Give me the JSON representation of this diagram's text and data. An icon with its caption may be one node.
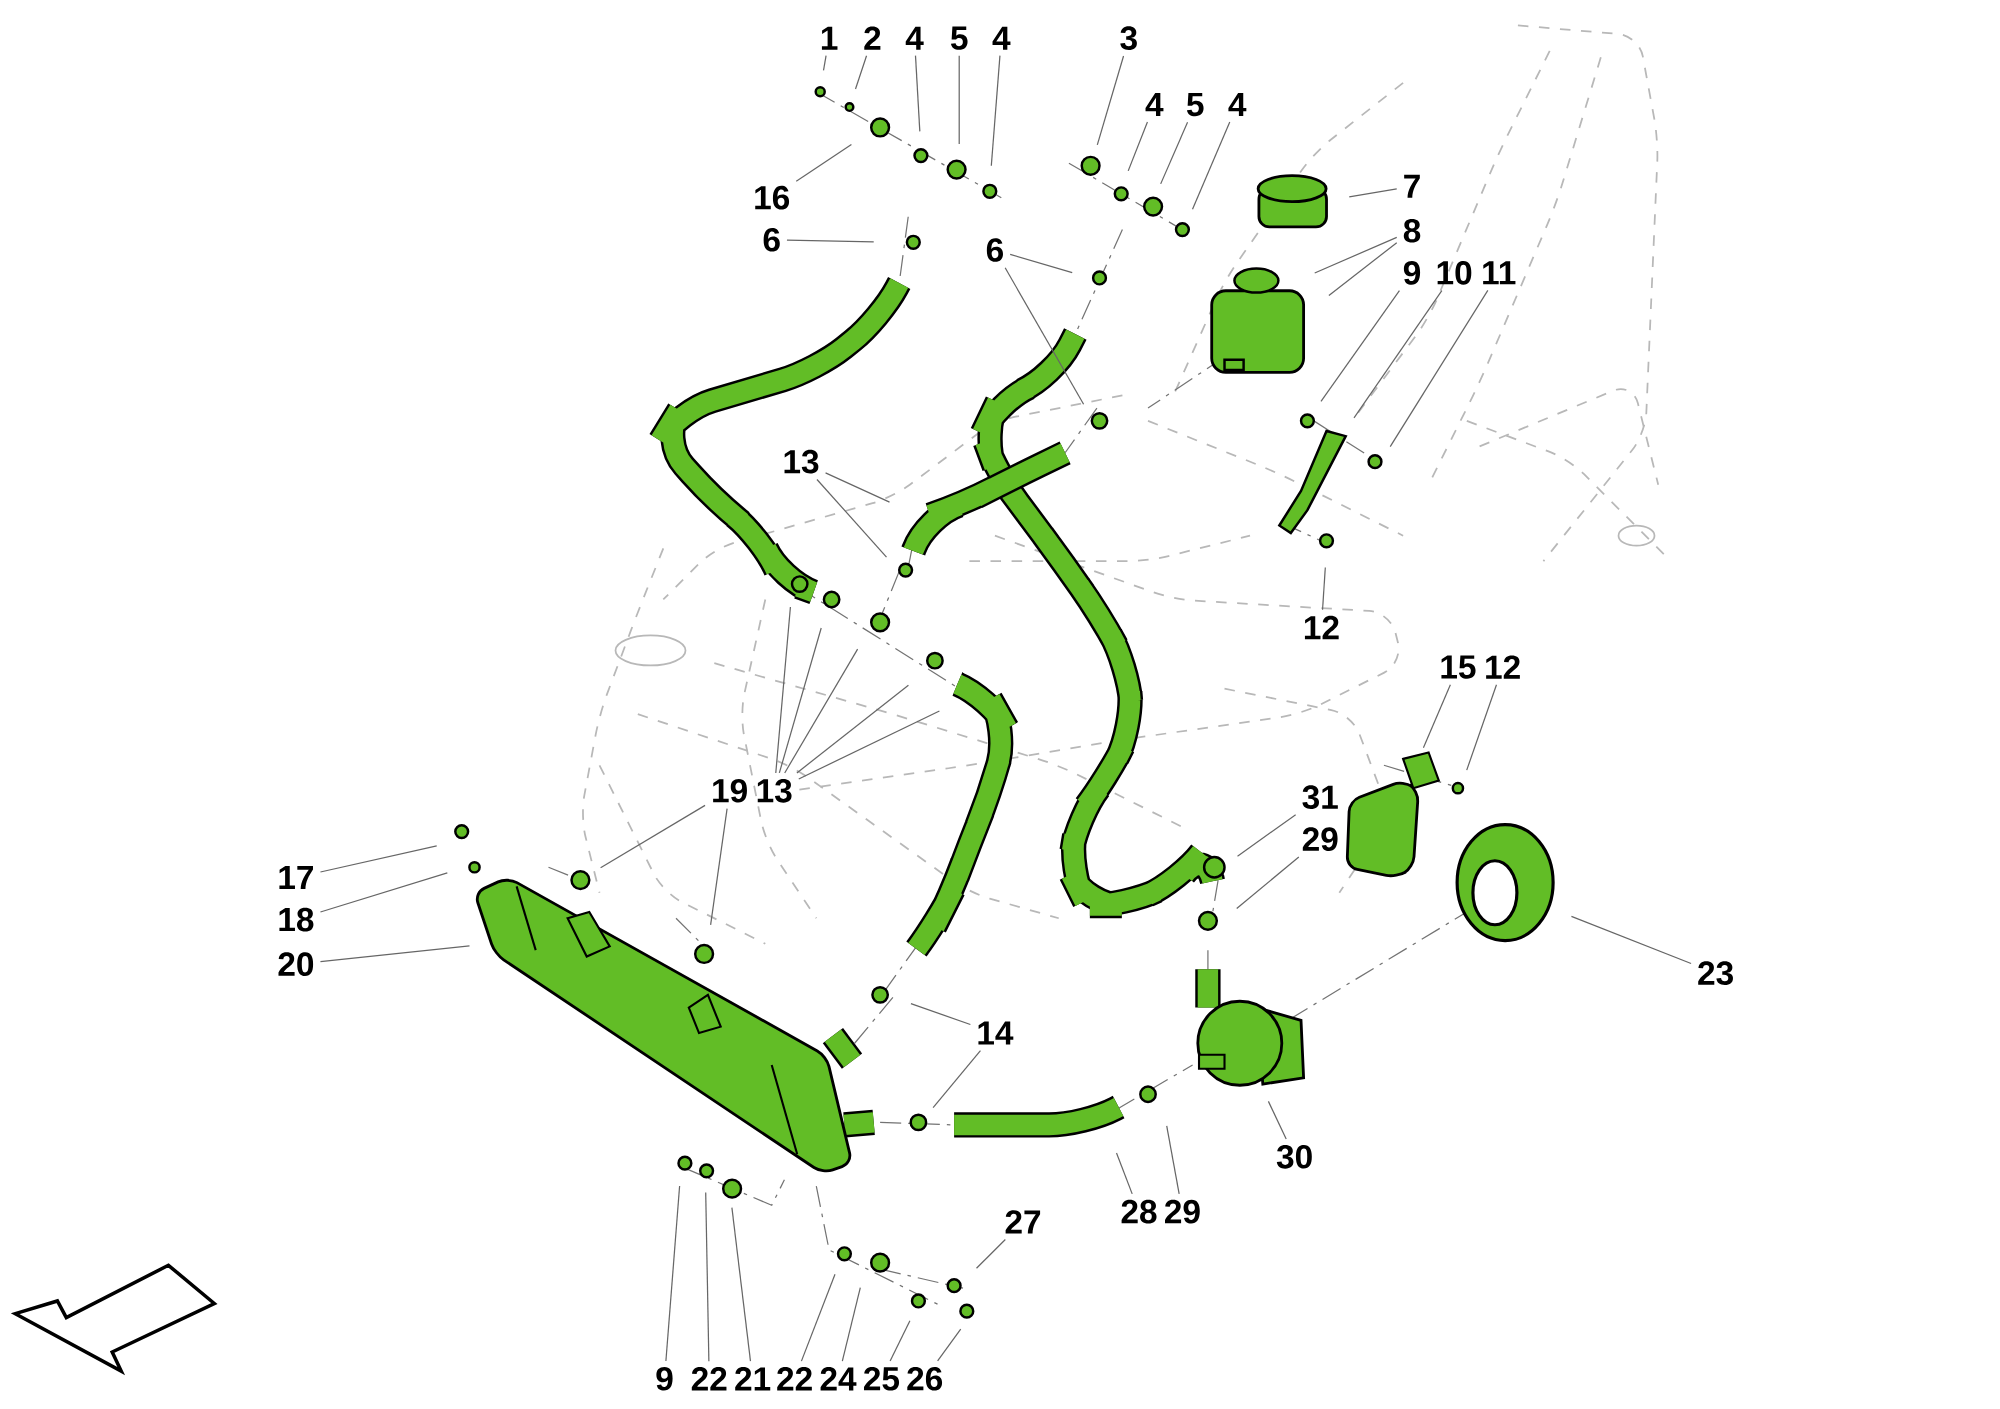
{
  "diagram": {
    "nodes": [
      {
        "text": [
          "1"
        ]
      },
      {
        "text": [
          "2"
        ]
      },
      {
        "text": [
          "4"
        ]
      },
      {
        "text": [
          "5"
        ]
      },
      {
        "text": [
          "4"
        ]
      },
      {
        "text": [
          "3"
        ]
      },
      {
        "text": [
          "4"
        ]
      },
      {
        "text": [
          "5"
        ]
      },
      {
        "text": [
          "4"
        ]
      },
      {
        "text": [
          "7"
        ]
      },
      {
        "text": [
          "16"
        ]
      },
      {
        "text": [
          "6"
        ]
      },
      {
        "text": [
          "8"
        ]
      },
      {
        "text": [
          "6"
        ]
      },
      {
        "text": [
          "9"
        ]
      },
      {
        "text": [
          "10"
        ]
      },
      {
        "text": [
          "11"
        ]
      },
      {
        "text": [
          "13"
        ]
      },
      {
        "text": [
          "12"
        ]
      },
      {
        "text": [
          "15"
        ]
      },
      {
        "text": [
          "12"
        ]
      },
      {
        "text": [
          "19"
        ]
      },
      {
        "text": [
          "13"
        ]
      },
      {
        "text": [
          "31"
        ]
      },
      {
        "text": [
          "29"
        ]
      },
      {
        "text": [
          "17"
        ]
      },
      {
        "text": [
          "18"
        ]
      },
      {
        "text": [
          "20"
        ]
      },
      {
        "text": [
          "23"
        ]
      },
      {
        "text": [
          "14"
        ]
      },
      {
        "text": [
          "30"
        ]
      },
      {
        "text": [
          "28"
        ]
      },
      {
        "text": [
          "29"
        ]
      },
      {
        "text": [
          "27"
        ]
      },
      {
        "text": [
          "9"
        ]
      },
      {
        "text": [
          "22"
        ]
      },
      {
        "text": [
          "21"
        ]
      },
      {
        "text": [
          "22"
        ]
      },
      {
        "text": [
          "24"
        ]
      },
      {
        "text": [
          "25"
        ]
      },
      {
        "text": [
          "26"
        ]
      }
    ],
    "edges": [
      {
        "from": 0,
        "to": null,
        "arrow": "none"
      },
      {
        "from": 1,
        "to": null,
        "arrow": "none"
      },
      {
        "from": 2,
        "to": null,
        "arrow": "none"
      },
      {
        "from": 3,
        "to": null,
        "arrow": "none"
      },
      {
        "from": 4,
        "to": null,
        "arrow": "none"
      },
      {
        "from": 5,
        "to": null,
        "arrow": "none"
      },
      {
        "from": 6,
        "to": null,
        "arrow": "none"
      },
      {
        "from": 7,
        "to": null,
        "arrow": "none"
      },
      {
        "from": 8,
        "to": null,
        "arrow": "none"
      },
      {
        "from": 9,
        "to": null,
        "arrow": "none"
      },
      {
        "from": 10,
        "to": null,
        "arrow": "none"
      },
      {
        "from": 11,
        "to": null,
        "arrow": "none"
      },
      {
        "from": 12,
        "to": null,
        "arrow": "none"
      },
      {
        "from": 12,
        "to": null,
        "arrow": "none"
      },
      {
        "from": 13,
        "to": null,
        "arrow": "none"
      },
      {
        "from": 13,
        "to": null,
        "arrow": "none"
      },
      {
        "from": 14,
        "to": null,
        "arrow": "none"
      },
      {
        "from": 15,
        "to": null,
        "arrow": "none"
      },
      {
        "from": 16,
        "to": null,
        "arrow": "none"
      },
      {
        "from": 17,
        "to": null,
        "arrow": "none"
      },
      {
        "from": 17,
        "to": null,
        "arrow": "none"
      },
      {
        "from": 18,
        "to": null,
        "arrow": "none"
      },
      {
        "from": 19,
        "to": null,
        "arrow": "none"
      },
      {
        "from": 20,
        "to": null,
        "arrow": "none"
      },
      {
        "from": 21,
        "to": null,
        "arrow": "none"
      },
      {
        "from": 21,
        "to": null,
        "arrow": "none"
      },
      {
        "from": 22,
        "to": null,
        "arrow": "none"
      },
      {
        "from": 22,
        "to": null,
        "arrow": "none"
      },
      {
        "from": 22,
        "to": null,
        "arrow": "none"
      },
      {
        "from": 22,
        "to": null,
        "arrow": "none"
      },
      {
        "from": 22,
        "to": null,
        "arrow": "none"
      },
      {
        "from": 23,
        "to": null,
        "arrow": "none"
      },
      {
        "from": 24,
        "to": null,
        "arrow": "none"
      },
      {
        "from": 25,
        "to": null,
        "arrow": "none"
      },
      {
        "from": 26,
        "to": null,
        "arrow": "none"
      },
      {
        "from": 27,
        "to": null,
        "arrow": "none"
      },
      {
        "from": 28,
        "to": null,
        "arrow": "none"
      },
      {
        "from": 29,
        "to": null,
        "arrow": "none"
      },
      {
        "from": 29,
        "to": null,
        "arrow": "none"
      },
      {
        "from": 30,
        "to": null,
        "arrow": "none"
      },
      {
        "from": 31,
        "to": null,
        "arrow": "none"
      },
      {
        "from": 32,
        "to": null,
        "arrow": "none"
      },
      {
        "from": 33,
        "to": null,
        "arrow": "none"
      },
      {
        "from": 34,
        "to": null,
        "arrow": "none"
      },
      {
        "from": 35,
        "to": null,
        "arrow": "none"
      },
      {
        "from": 36,
        "to": null,
        "arrow": "none"
      },
      {
        "from": 37,
        "to": null,
        "arrow": "none"
      },
      {
        "from": 38,
        "to": null,
        "arrow": "none"
      },
      {
        "from": 39,
        "to": null,
        "arrow": "none"
      },
      {
        "from": 40,
        "to": null,
        "arrow": "none"
      }
    ]
  }
}
